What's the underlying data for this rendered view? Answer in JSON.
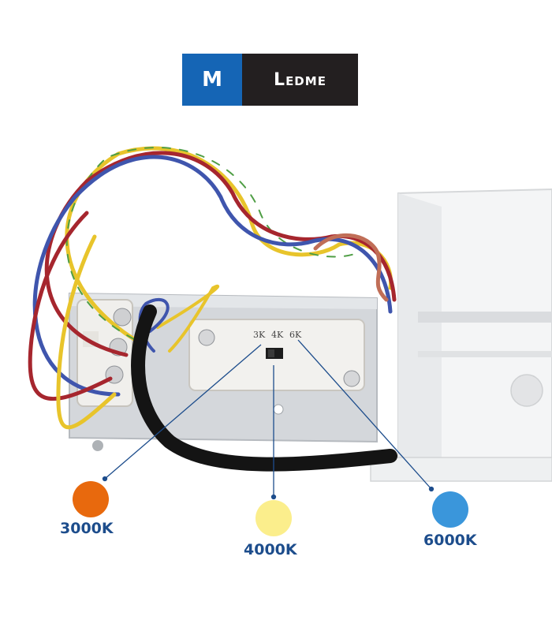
{
  "logo": {
    "mark": "M",
    "brand": "Ledme"
  },
  "switch": {
    "labels": [
      "3K",
      "4K",
      "6K"
    ]
  },
  "temperatures": [
    {
      "label": "3000K",
      "color": "#e8690d"
    },
    {
      "label": "4000K",
      "color": "#fbee8c"
    },
    {
      "label": "6000K",
      "color": "#3a96db"
    }
  ],
  "colors": {
    "label_text": "#1d4d8c",
    "leader_line": "#1d4d8c"
  }
}
